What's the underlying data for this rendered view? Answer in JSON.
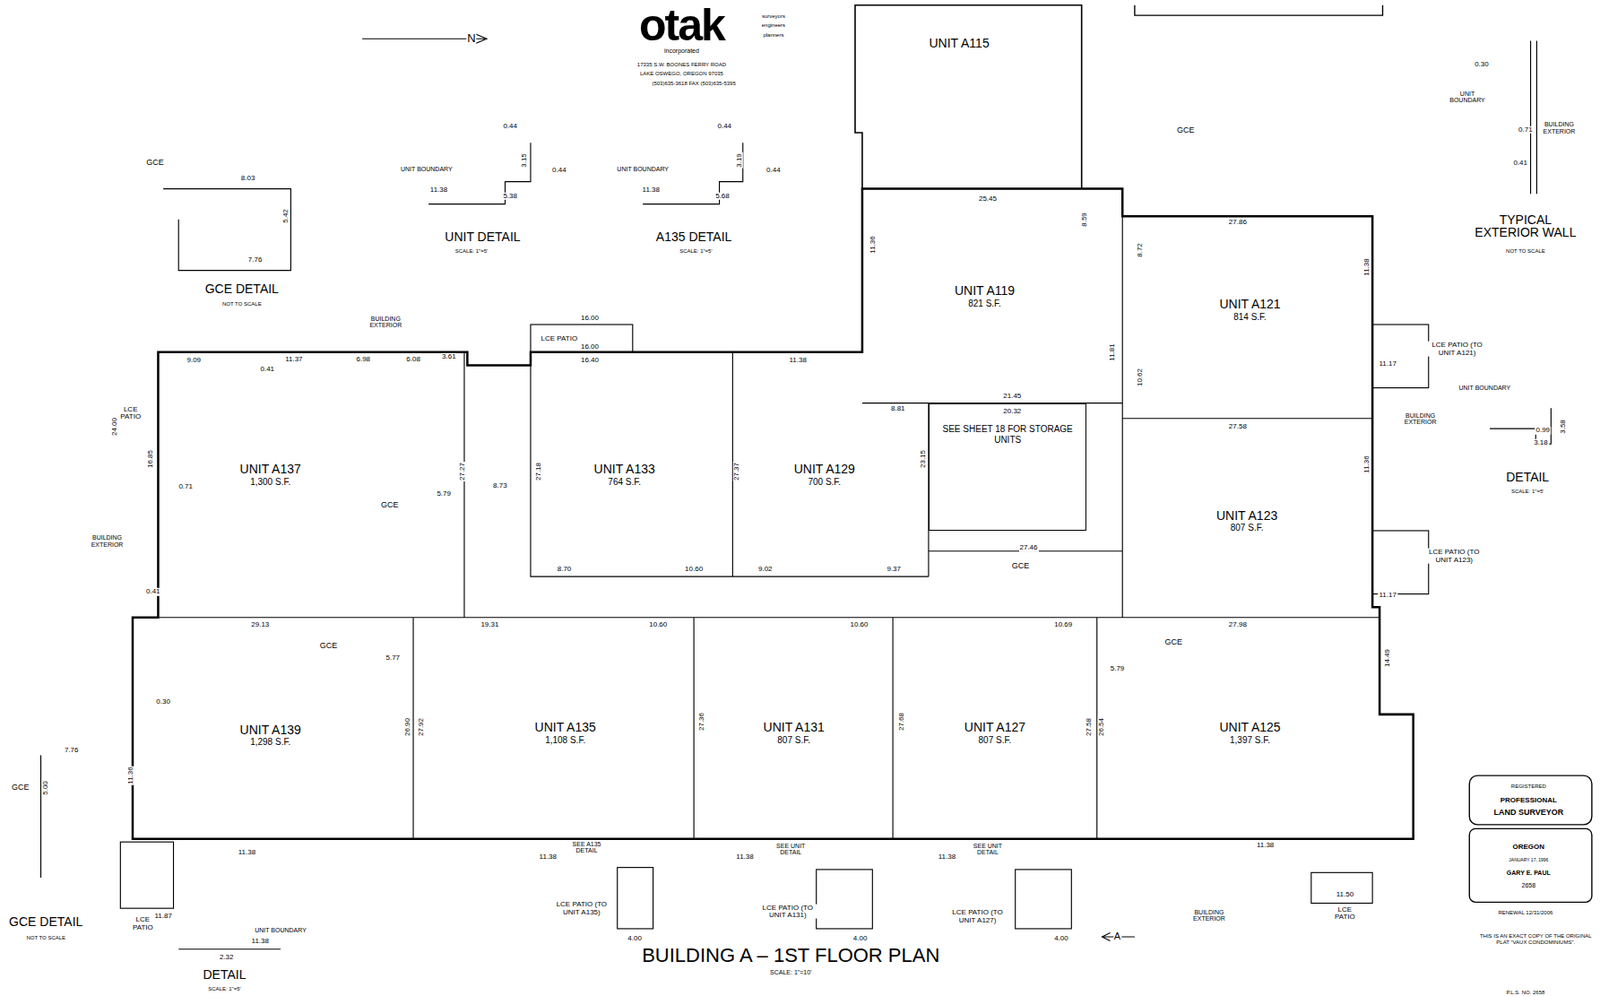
{
  "diagram": {
    "title": "BUILDING A – 1ST FLOOR PLAN",
    "nodes": [
      {
        "text": [
          "UNIT A115"
        ]
      },
      {
        "text": [
          "UNIT A119",
          "821 S.F."
        ]
      },
      {
        "text": [
          "UNIT A121",
          "814 S.F."
        ]
      },
      {
        "text": [
          "UNIT A137",
          "1,300 S.F."
        ]
      },
      {
        "text": [
          "UNIT A133",
          "764 S.F."
        ]
      },
      {
        "text": [
          "UNIT A129",
          "700 S.F."
        ]
      },
      {
        "text": [
          "SEE SHEET 18 FOR STORAGE UNITS"
        ]
      },
      {
        "text": [
          "UNIT A123",
          "807 S.F."
        ]
      },
      {
        "text": [
          "UNIT A139",
          "1,298 S.F."
        ]
      },
      {
        "text": [
          "UNIT A135",
          "1,108 S.F."
        ]
      },
      {
        "text": [
          "UNIT A131",
          "807 S.F."
        ]
      },
      {
        "text": [
          "UNIT A127",
          "807 S.F."
        ]
      },
      {
        "text": [
          "UNIT A125",
          "1,397 S.F."
        ]
      }
    ],
    "labels": [
      "otak",
      "incorporated",
      "surveyors",
      "engineers",
      "planners",
      "17335 S.W. BOONES FERRY ROAD",
      "LAKE OSWEGO, OREGON 97035",
      "(503)635-3618  FAX (503)635-5395",
      "N",
      "UNIT DETAIL",
      "SCALE: 1\"=5'",
      "A135 DETAIL",
      "SCALE: 1\"=5'",
      "GCE DETAIL",
      "NOT TO SCALE",
      "TYPICAL EXTERIOR WALL",
      "NOT TO SCALE",
      "DETAIL",
      "SCALE: 1\"=5'",
      "GCE DETAIL",
      "NOT TO SCALE",
      "DETAIL",
      "SCALE: 1\"=5'",
      "SCALE: 1\"=10'",
      "REGISTERED",
      "PROFESSIONAL",
      "LAND SURVEYOR",
      "OREGON",
      "JANUARY 17, 1996",
      "GARY E. PAUL",
      "2658",
      "RENEWAL 12/31/2006",
      "THIS IS AN EXACT COPY OF THE ORIGINAL PLAT \"VAUX CONDOMINIUMS\".",
      "P.L.S. NO. 2658",
      "A",
      "GCE",
      "GCE",
      "GCE",
      "GCE",
      "GCE",
      "GCE",
      "GCE",
      "LCE PATIO",
      "16.00",
      "16.00",
      "16.40",
      "LCE PATIO",
      "LCE PATIO (TO UNIT A121)",
      "LCE PATIO (TO UNIT A123)",
      "LCE PATIO (TO UNIT A135)",
      "LCE PATIO (TO UNIT A131)",
      "LCE PATIO (TO UNIT A127)",
      "LCE PATIO",
      "LCE PATIO",
      "BUILDING EXTERIOR",
      "BUILDING EXTERIOR",
      "BUILDING EXTERIOR",
      "BUILDING EXTERIOR",
      "BUILDING EXTERIOR",
      "UNIT BOUNDARY",
      "UNIT BOUNDARY",
      "UNIT BOUNDARY",
      "UNIT BOUNDARY",
      "UNIT BOUNDARY",
      "SEE A135 DETAIL",
      "SEE UNIT DETAIL",
      "SEE UNIT DETAIL",
      "25.45",
      "27.86",
      "27.58",
      "27.46",
      "27.98",
      "29.13",
      "19.31",
      "10.60",
      "10.60",
      "10.69",
      "9.09",
      "11.37",
      "6.98",
      "6.08",
      "3.61",
      "11.38",
      "21.45",
      "20.32",
      "8.81",
      "27.27",
      "27.18",
      "27.37",
      "23.15",
      "8.73",
      "5.79",
      "10.60",
      "8.70",
      "9.02",
      "9.37",
      "11.17",
      "11.17",
      "11.38",
      "11.36",
      "26.90",
      "27.92",
      "27.36",
      "27.68",
      "27.58",
      "26.54",
      "11.38",
      "11.38",
      "11.38",
      "11.38",
      "11.38",
      "11.87",
      "11.36",
      "16.85",
      "24.00",
      "8.59",
      "8.72",
      "10.62",
      "11.36",
      "11.81",
      "0.41",
      "0.41",
      "0.71",
      "0.30",
      "5.77",
      "5.79",
      "4.00",
      "4.00",
      "4.00",
      "11.50",
      "14.49",
      "8.03",
      "7.76",
      "5.42",
      "11.38",
      "5.38",
      "3.15",
      "0.44",
      "0.44",
      "11.38",
      "5.68",
      "3.19",
      "0.44",
      "0.44",
      "0.30",
      "0.71",
      "0.41",
      "0.99",
      "3.18",
      "3.58",
      "11.38",
      "2.32",
      "7.76",
      "5.00"
    ]
  }
}
